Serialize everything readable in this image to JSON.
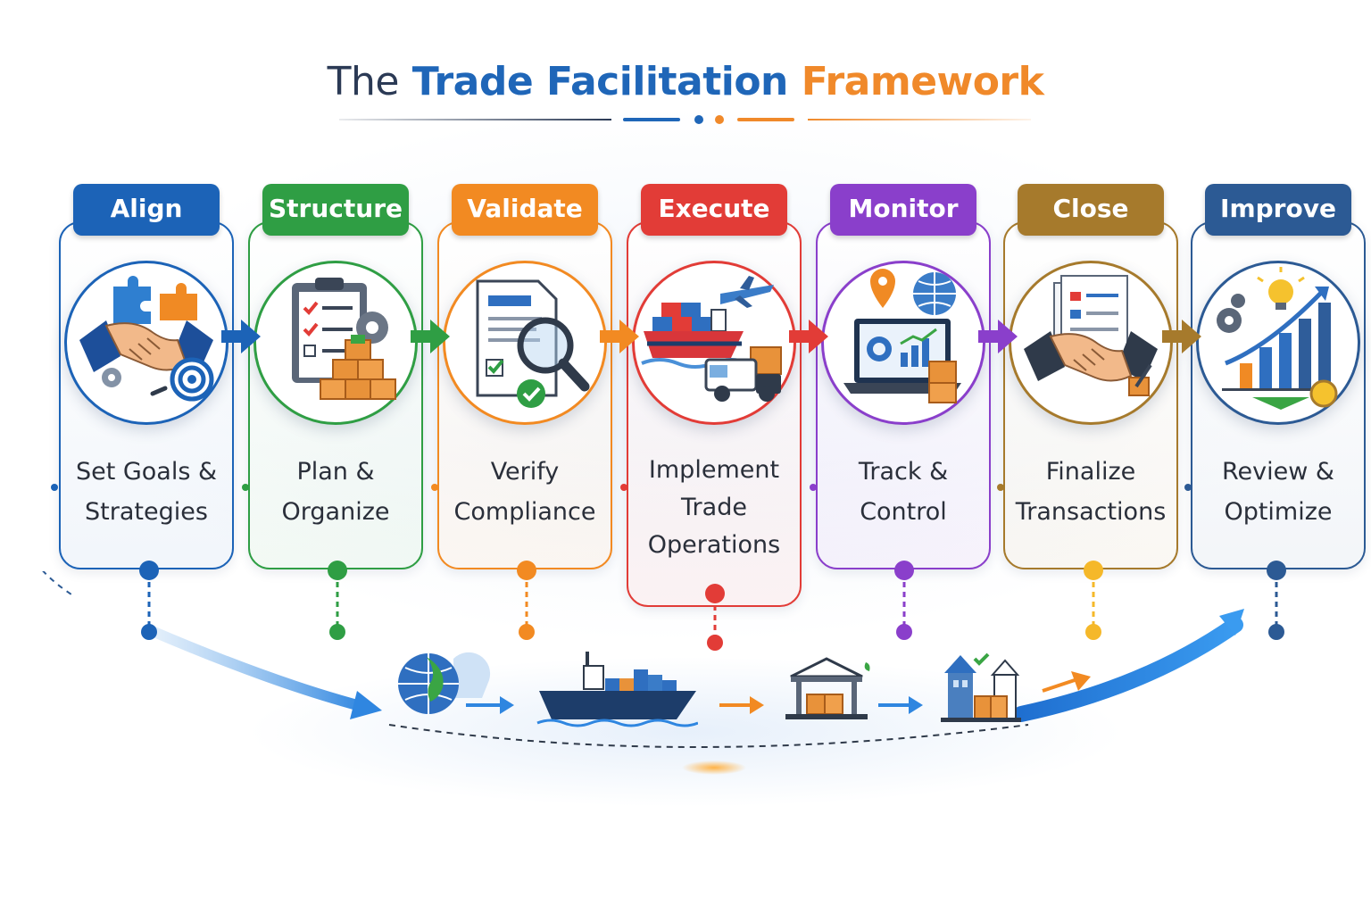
{
  "title": {
    "part1": "The",
    "part2": "Trade Facilitation",
    "part3": "Framework"
  },
  "colors": {
    "blue": "#1c63b7",
    "green": "#2f9e44",
    "orange": "#f28a22",
    "red": "#e23c37",
    "purple": "#8a3fcb",
    "gold": "#a67a2c",
    "navy": "#2c5a94",
    "title_dark": "#2b3a55",
    "title_blue": "#1f66b8",
    "title_orange": "#f0892a"
  },
  "stages": [
    {
      "label": "Align",
      "description": [
        "Set Goals &",
        "Strategies"
      ],
      "icon": "handshake-puzzle-target-icon"
    },
    {
      "label": "Structure",
      "description": [
        "Plan &",
        "Organize"
      ],
      "icon": "clipboard-checklist-boxes-icon"
    },
    {
      "label": "Validate",
      "description": [
        "Verify",
        "Compliance"
      ],
      "icon": "document-magnifier-check-icon"
    },
    {
      "label": "Execute",
      "description": [
        "Implement",
        "Trade",
        "Operations"
      ],
      "icon": "ship-plane-truck-icon"
    },
    {
      "label": "Monitor",
      "description": [
        "Track &",
        "Control"
      ],
      "icon": "laptop-dashboard-location-icon"
    },
    {
      "label": "Close",
      "description": [
        "Finalize",
        "Transactions"
      ],
      "icon": "documents-handshake-icon"
    },
    {
      "label": "Improve",
      "description": [
        "Review &",
        "Optimize"
      ],
      "icon": "growth-chart-lightbulb-icon"
    }
  ],
  "journey_icons": [
    "globe-icon",
    "cargo-ship-icon",
    "customs-building-icon",
    "warehouse-icon"
  ]
}
